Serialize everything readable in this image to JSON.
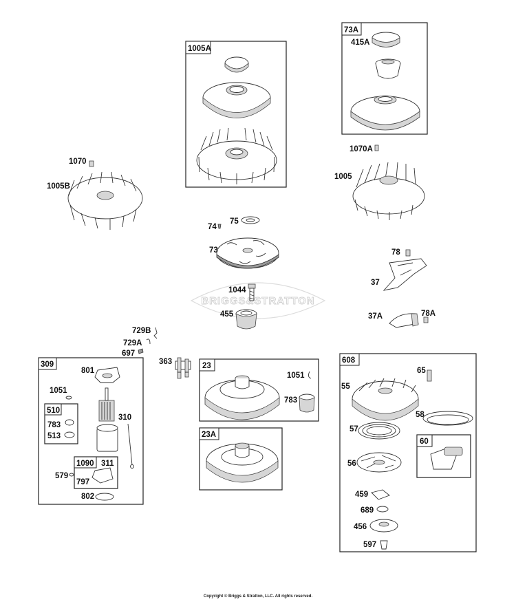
{
  "groups": [
    {
      "id": "1005A"
    },
    {
      "id": "73A"
    },
    {
      "id": "309"
    },
    {
      "id": "510"
    },
    {
      "id": "1090"
    },
    {
      "id": "23"
    },
    {
      "id": "23A"
    },
    {
      "id": "608"
    },
    {
      "id": "60"
    }
  ],
  "labels": [
    {
      "text": "415A"
    },
    {
      "text": "1070A"
    },
    {
      "text": "1005"
    },
    {
      "text": "1070"
    },
    {
      "text": "1005B"
    },
    {
      "text": "75"
    },
    {
      "text": "74"
    },
    {
      "text": "73"
    },
    {
      "text": "78"
    },
    {
      "text": "37"
    },
    {
      "text": "1044"
    },
    {
      "text": "455"
    },
    {
      "text": "37A"
    },
    {
      "text": "78A"
    },
    {
      "text": "729B"
    },
    {
      "text": "729A"
    },
    {
      "text": "697"
    },
    {
      "text": "363"
    },
    {
      "text": "801"
    },
    {
      "text": "1051"
    },
    {
      "text": "310"
    },
    {
      "text": "783"
    },
    {
      "text": "513"
    },
    {
      "text": "311"
    },
    {
      "text": "579"
    },
    {
      "text": "797"
    },
    {
      "text": "802"
    },
    {
      "text": "1051"
    },
    {
      "text": "783"
    },
    {
      "text": "65"
    },
    {
      "text": "55"
    },
    {
      "text": "58"
    },
    {
      "text": "57"
    },
    {
      "text": "56"
    },
    {
      "text": "459"
    },
    {
      "text": "689"
    },
    {
      "text": "456"
    },
    {
      "text": "597"
    }
  ],
  "watermark": "BRIGGS&STRATTON",
  "copyright": "Copyright © Briggs & Stratton, LLC. All rights reserved."
}
